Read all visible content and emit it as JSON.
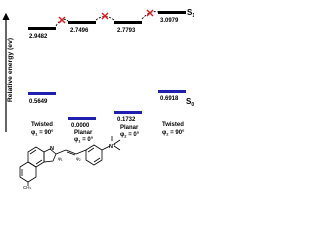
{
  "y_axis_label": "Relative energy (ev)",
  "s1_label": "S",
  "s1_sub": "1",
  "s0_label": "S",
  "s0_sub": "0",
  "levels": {
    "s1": [
      "2.9482",
      "2.7496",
      "2.7793",
      "3.0979"
    ],
    "s0": [
      "0.5649",
      "0.0000",
      "0.1732",
      "0.6918"
    ]
  },
  "states": [
    {
      "name": "Twisted",
      "phi_symbol": "φ",
      "phi_sub": "1",
      "phi_value": " = 90°"
    },
    {
      "name": "Planar",
      "phi_symbol": "φ",
      "phi_sub": "1",
      "phi_value": " = 0°"
    },
    {
      "name": "Planar",
      "phi_symbol": "φ",
      "phi_sub": "2",
      "phi_value": " = 0°"
    },
    {
      "name": "Twisted",
      "phi_symbol": "φ",
      "phi_sub": "2",
      "phi_value": " = 90°"
    }
  ],
  "molecule": {
    "n_label": "N",
    "nplus_label": "N",
    "plus_sign": "+",
    "methyl_label": "CH",
    "methyl_sub": "3",
    "phi1_label": "φ",
    "phi1_sub": "1",
    "phi2_label": "φ",
    "phi2_sub": "2"
  },
  "colors": {
    "s1_level": "#000000",
    "s0_level": "#1f1fb0",
    "transition": "#000000",
    "blocked": "#e0191e",
    "molecule": "#000000"
  }
}
